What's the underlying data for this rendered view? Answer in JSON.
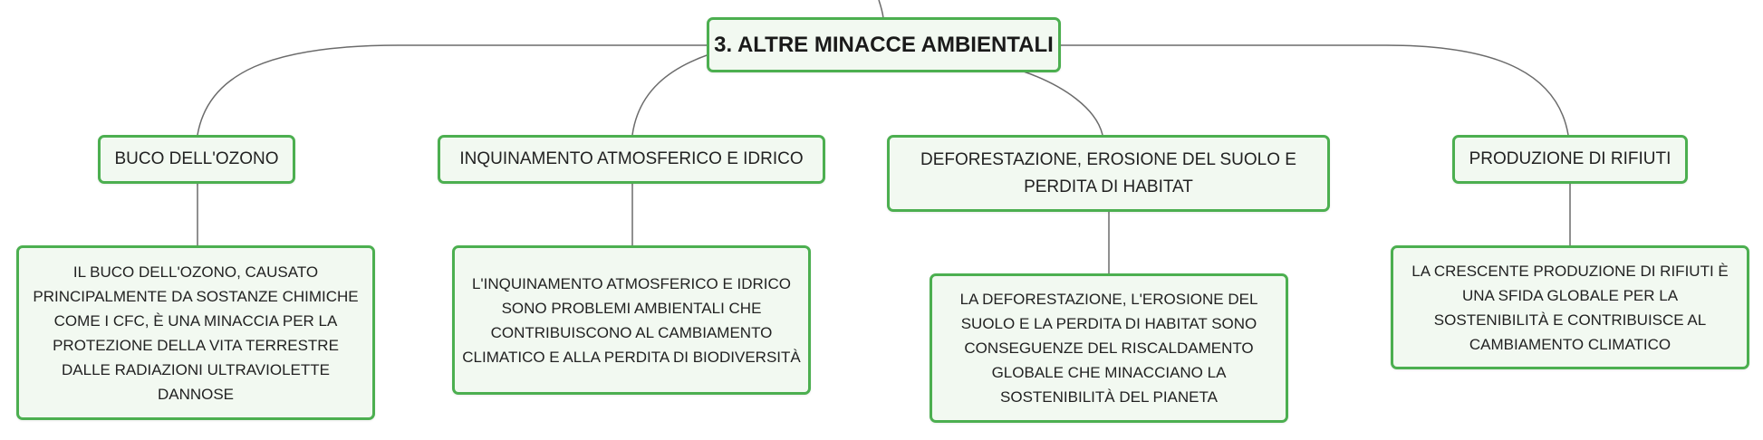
{
  "root": {
    "label": "3. ALTRE MINACCE AMBIENTALI"
  },
  "topics": [
    {
      "label": "BUCO DELL'OZONO",
      "detail": "IL BUCO DELL'OZONO, CAUSATO PRINCIPALMENTE DA SOSTANZE CHIMICHE COME I CFC, È UNA MINACCIA PER LA PROTEZIONE DELLA VITA TERRESTRE DALLE RADIAZIONI ULTRAVIOLETTE DANNOSE"
    },
    {
      "label": "INQUINAMENTO ATMOSFERICO E IDRICO",
      "detail": "L'INQUINAMENTO ATMOSFERICO E IDRICO SONO PROBLEMI AMBIENTALI CHE CONTRIBUISCONO AL CAMBIAMENTO CLIMATICO E ALLA PERDITA DI BIODIVERSITÀ"
    },
    {
      "label": "DEFORESTAZIONE, EROSIONE DEL SUOLO E PERDITA DI HABITAT",
      "detail": "LA DEFORESTAZIONE, L'EROSIONE DEL SUOLO E LA PERDITA DI HABITAT SONO CONSEGUENZE DEL RISCALDAMENTO GLOBALE CHE MINACCIANO LA SOSTENIBILITÀ DEL PIANETA"
    },
    {
      "label": "PRODUZIONE DI RIFIUTI",
      "detail": "LA CRESCENTE PRODUZIONE DI RIFIUTI È UNA SFIDA GLOBALE PER LA SOSTENIBILITÀ E CONTRIBUISCE AL CAMBIAMENTO CLIMATICO"
    }
  ],
  "colors": {
    "node_border": "#4caf50",
    "node_fill": "#f2f9f1",
    "connector": "#666666"
  }
}
